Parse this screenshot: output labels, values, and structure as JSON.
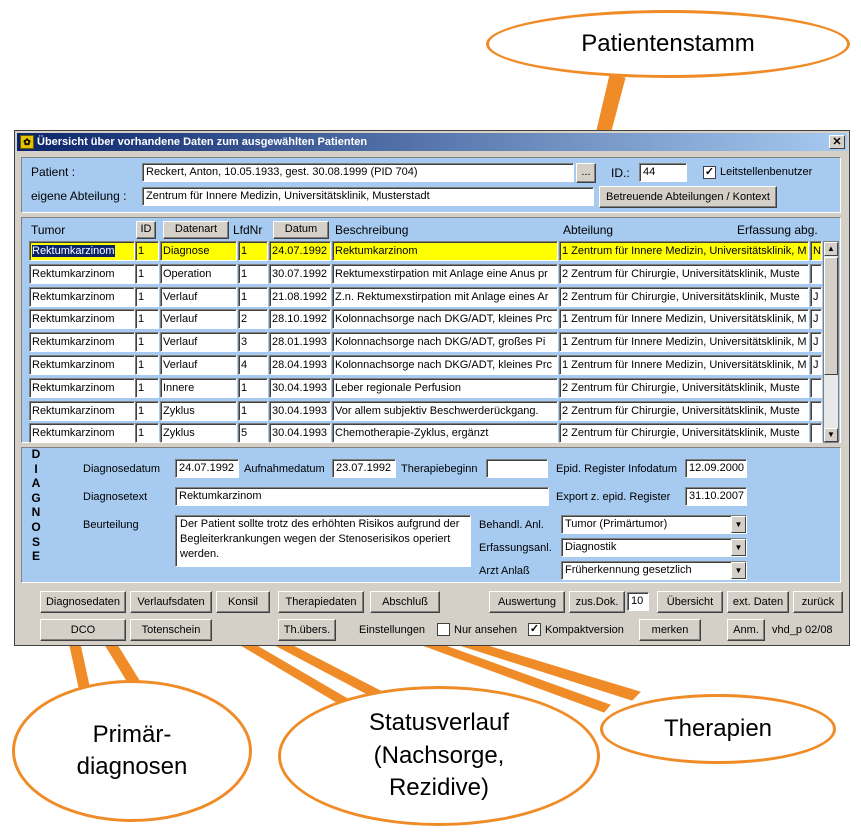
{
  "callouts": {
    "patientenstamm": "Patientenstamm",
    "primaerdiagnosen": "Primär-\ndiagnosen",
    "statusverlauf": "Statusverlauf\n(Nachsorge,\nRezidive)",
    "therapien": "Therapien"
  },
  "colors": {
    "accent_callout": "#f08c28",
    "titlebar": "#0a246a",
    "panel": "#a6caf0",
    "selected_row": "#ffff00",
    "window": "#d4d0c8"
  },
  "window": {
    "title": "Übersicht über vorhandene Daten zum ausgewählten Patienten",
    "close_icon": "close-icon"
  },
  "patient": {
    "label": "Patient :",
    "value": "Reckert, Anton, 10.05.1933, gest. 30.08.1999 (PID 704)",
    "browse_label": "...",
    "id_label": "ID.:",
    "id_value": "44",
    "leitstelle_label": "Leitstellenbenutzer",
    "leitstelle_checked": "✓",
    "abteilung_label": "eigene Abteilung :",
    "abteilung_value": "Zentrum für Innere Medizin, Universitätsklinik, Musterstadt",
    "betreuende_button": "Betreuende Abteilungen / Kontext"
  },
  "grid": {
    "headers": {
      "tumor": "Tumor",
      "id": "ID",
      "datenart": "Datenart",
      "lfdnr": "LfdNr",
      "datum": "Datum",
      "beschreibung": "Beschreibung",
      "abteilung": "Abteilung",
      "erfassung": "Erfassung abg."
    },
    "rows": [
      {
        "tumor": "Rektumkarzinom",
        "id": "1",
        "datenart": "Diagnose",
        "lfdnr": "1",
        "datum": "24.07.1992",
        "beschreibung": "Rektumkarzinom",
        "abteilung": "1 Zentrum für Innere Medizin, Universitätsklinik, M",
        "erfassung": "N"
      },
      {
        "tumor": "Rektumkarzinom",
        "id": "1",
        "datenart": "Operation",
        "lfdnr": "1",
        "datum": "30.07.1992",
        "beschreibung": "Rektumexstirpation mit Anlage eine Anus pr",
        "abteilung": "2 Zentrum für Chirurgie, Universitätsklinik, Muste",
        "erfassung": ""
      },
      {
        "tumor": "Rektumkarzinom",
        "id": "1",
        "datenart": "Verlauf",
        "lfdnr": "1",
        "datum": "21.08.1992",
        "beschreibung": "Z.n. Rektumexstirpation mit Anlage eines Ar",
        "abteilung": "2 Zentrum für Chirurgie, Universitätsklinik, Muste",
        "erfassung": "J"
      },
      {
        "tumor": "Rektumkarzinom",
        "id": "1",
        "datenart": "Verlauf",
        "lfdnr": "2",
        "datum": "28.10.1992",
        "beschreibung": "Kolonnachsorge nach DKG/ADT, kleines Prc",
        "abteilung": "1 Zentrum für Innere Medizin, Universitätsklinik, M",
        "erfassung": "J"
      },
      {
        "tumor": "Rektumkarzinom",
        "id": "1",
        "datenart": "Verlauf",
        "lfdnr": "3",
        "datum": "28.01.1993",
        "beschreibung": "Kolonnachsorge nach DKG/ADT, großes  Pi",
        "abteilung": "1 Zentrum für Innere Medizin, Universitätsklinik, M",
        "erfassung": "J"
      },
      {
        "tumor": "Rektumkarzinom",
        "id": "1",
        "datenart": "Verlauf",
        "lfdnr": "4",
        "datum": "28.04.1993",
        "beschreibung": "Kolonnachsorge nach DKG/ADT, kleines Prc",
        "abteilung": "1 Zentrum für Innere Medizin, Universitätsklinik, M",
        "erfassung": "J"
      },
      {
        "tumor": "Rektumkarzinom",
        "id": "1",
        "datenart": "Innere",
        "lfdnr": "1",
        "datum": "30.04.1993",
        "beschreibung": "Leber regionale Perfusion",
        "abteilung": "2 Zentrum für Chirurgie, Universitätsklinik, Muste",
        "erfassung": ""
      },
      {
        "tumor": "Rektumkarzinom",
        "id": "1",
        "datenart": "Zyklus",
        "lfdnr": "1",
        "datum": "30.04.1993",
        "beschreibung": "Vor allem subjektiv Beschwerderückgang.",
        "abteilung": "2 Zentrum für Chirurgie, Universitätsklinik, Muste",
        "erfassung": ""
      },
      {
        "tumor": "Rektumkarzinom",
        "id": "1",
        "datenart": "Zyklus",
        "lfdnr": "5",
        "datum": "30.04.1993",
        "beschreibung": "Chemotherapie-Zyklus, ergänzt",
        "abteilung": "2 Zentrum für Chirurgie, Universitätsklinik, Muste",
        "erfassung": ""
      }
    ]
  },
  "diagnose": {
    "side_letters": [
      "D",
      "I",
      "A",
      "G",
      "N",
      "O",
      "S",
      "E"
    ],
    "diagnosedatum_label": "Diagnosedatum",
    "diagnosedatum": "24.07.1992",
    "aufnahmedatum_label": "Aufnahmedatum",
    "aufnahmedatum": "23.07.1992",
    "therapiebeginn_label": "Therapiebeginn",
    "therapiebeginn": "",
    "infodatum_label": "Epid. Register Infodatum",
    "infodatum": "12.09.2000",
    "diagnosetext_label": "Diagnosetext",
    "diagnosetext": "Rektumkarzinom",
    "export_label": "Export z. epid. Register",
    "export": "31.10.2007",
    "beurteilung_label": "Beurteilung",
    "beurteilung": "Der Patient sollte trotz des erhöhten Risikos aufgrund der Begleiterkrankungen wegen der Stenoserisikos operiert werden.",
    "behandl_label": "Behandl. Anl.",
    "behandl": "Tumor (Primärtumor)",
    "erfassungsanl_label": "Erfassungsanl.",
    "erfassungsanl": "Diagnostik",
    "arzt_label": "Arzt Anlaß",
    "arzt": "Früherkennung gesetzlich"
  },
  "buttons": {
    "diagnosedaten": "Diagnosedaten",
    "verlaufsdaten": "Verlaufsdaten",
    "konsil": "Konsil",
    "therapiedaten": "Therapiedaten",
    "abschluss": "Abschluß",
    "auswertung": "Auswertung",
    "zus_dok": "zus.Dok.",
    "zus_dok_count": "10",
    "uebersicht": "Übersicht",
    "ext_daten": "ext. Daten",
    "zurueck": "zurück",
    "dco": "DCO",
    "totenschein": "Totenschein",
    "th_uebers": "Th.übers.",
    "merken": "merken",
    "anm": "Anm."
  },
  "footer": {
    "einstellungen": "Einstellungen",
    "nur_ansehen": "Nur ansehen",
    "kompaktversion": "Kompaktversion",
    "kompakt_checked": "✓",
    "version": "vhd_p 02/08"
  }
}
